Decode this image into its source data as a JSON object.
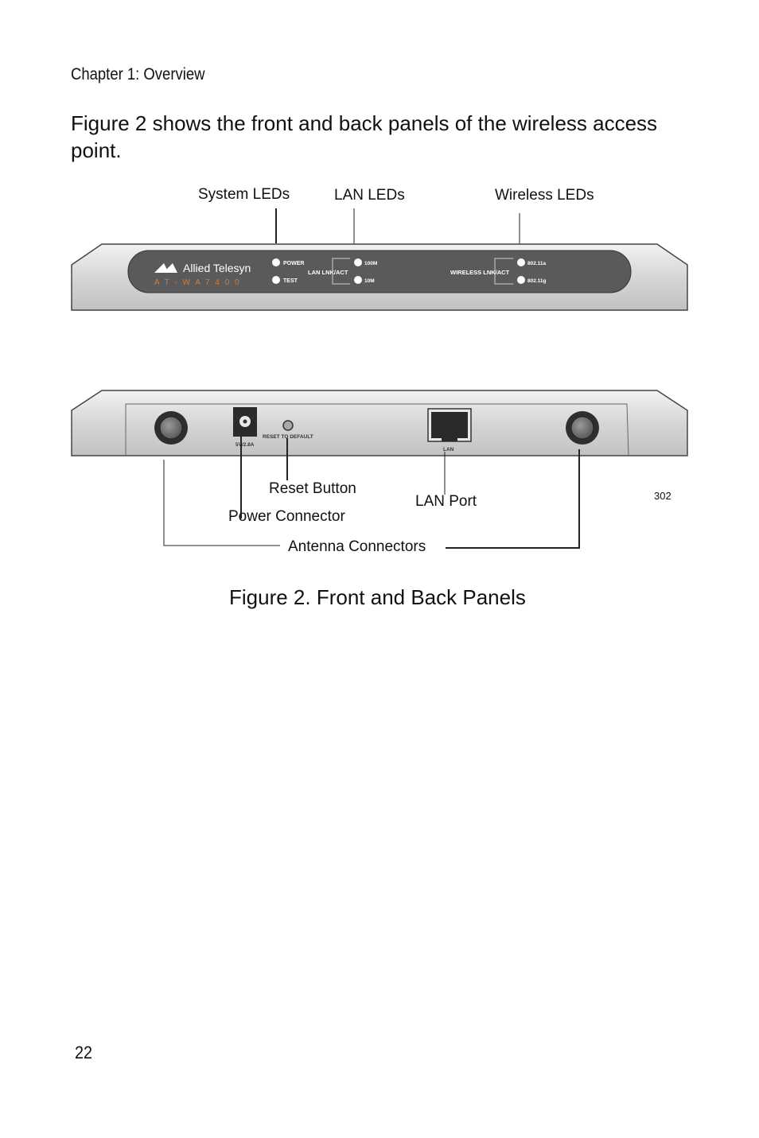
{
  "header": {
    "chapter": "Chapter 1: Overview"
  },
  "intro_text": "Figure 2 shows the front and back panels of the wireless access point.",
  "front_panel": {
    "callouts": {
      "system_leds": "System LEDs",
      "lan_leds": "LAN LEDs",
      "wireless_leds": "Wireless LEDs"
    },
    "brand": "Allied Telesyn",
    "model": "A T - W A 7 4 0 0",
    "led_labels": {
      "power": "POWER",
      "test": "TEST",
      "lan_group": "LAN LNK/ACT",
      "lan_100m": "100M",
      "lan_10m": "10M",
      "wireless_group": "WIRELESS LNK/ACT",
      "wl_a": "802.11a",
      "wl_g": "802.11g"
    }
  },
  "back_panel": {
    "power_rating": "5V/2.8A",
    "reset_label": "RESET TO DEFAULT",
    "lan_label": "LAN",
    "callouts": {
      "reset_button": "Reset Button",
      "lan_port": "LAN Port",
      "power_connector": "Power Connector",
      "antenna_connectors": "Antenna Connectors"
    }
  },
  "figure_number": "302",
  "caption": "Figure 2. Front and Back Panels",
  "page_number": "22"
}
